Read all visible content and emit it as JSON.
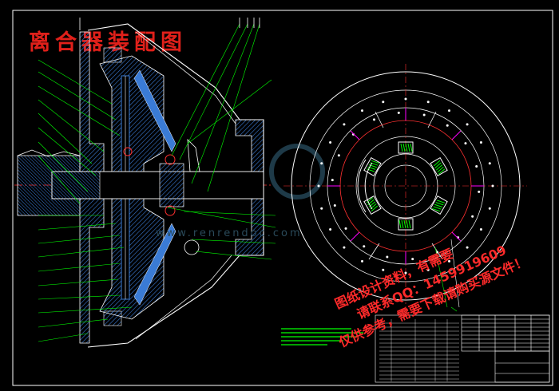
{
  "drawing": {
    "title": "离合器装配图",
    "watermark_url": "www.renrendoc.com",
    "watermark_lines": [
      "图纸设计资料，有需要",
      "请联系QQ：1459919609",
      "仅供参考，需要下载请购买源文件！"
    ],
    "colors": {
      "background": "#000000",
      "outline": "#ffffff",
      "section_fill": "#3a7bd5",
      "leader": "#00ff00",
      "spring": "#00ff00",
      "centerline": "#ff3030",
      "accent": "#ff00ff",
      "title": "#e0201a"
    }
  }
}
